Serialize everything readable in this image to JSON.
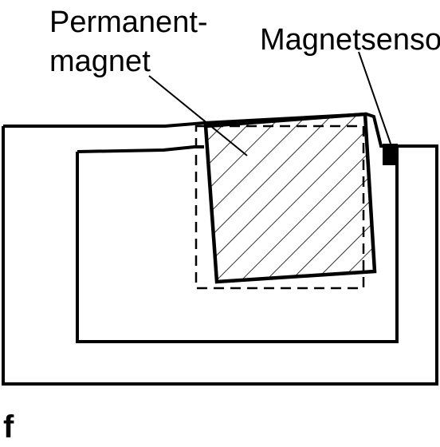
{
  "labels": {
    "magnet_line1": "Permanent-",
    "magnet_line2": "magnet",
    "sensor": "Magnetsensor",
    "figure": "f"
  },
  "colors": {
    "stroke": "#000000",
    "background": "#ffffff"
  }
}
